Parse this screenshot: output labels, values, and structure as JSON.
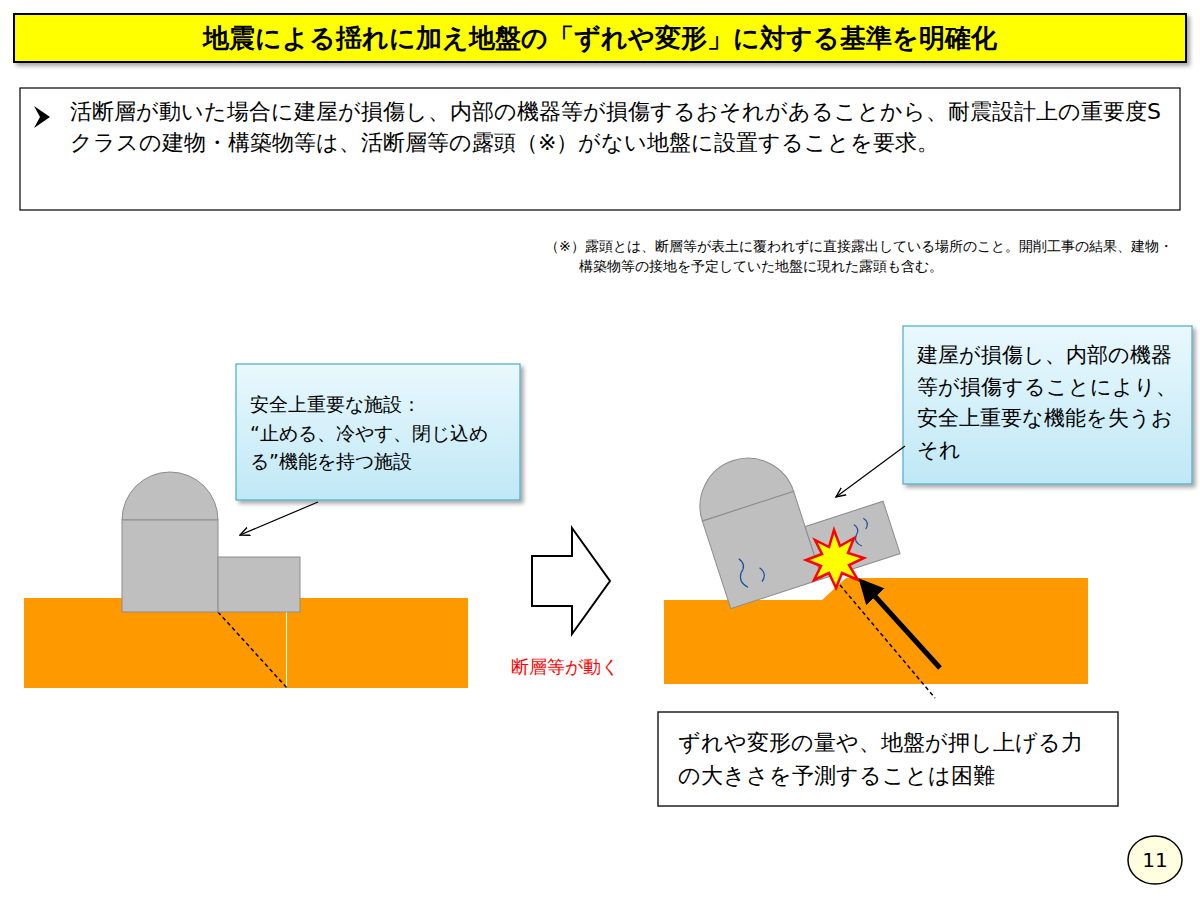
{
  "diagram": {
    "title": "地震による揺れに加え地盤の「ずれや変形」に対する基準を明確化",
    "nodes": [
      {
        "text": [
          "活断層が動いた場合に建屋が損傷し、内部の機器等が損傷するおそれがあることから、耐震設計上の重要度Sクラスの建物・構築物等は、活断層等の露頭（※）がない地盤に設置することを要求。"
        ]
      },
      {
        "text": [
          "安全上重要な施設：",
          "“止める、冷やす、閉じ込める”機能を持つ施設"
        ]
      },
      {
        "text": [
          "建屋が損傷し、内部の機器等が損傷することにより、安全上重要な機能を失うおそれ"
        ]
      },
      {
        "text": [
          "ずれや変形の量や、地盤が押し上げる力の大きさを予測することは困難"
        ]
      }
    ],
    "labels": [
      "（※）露頭とは、断層等が表土に覆われずに直接露出している場所のこと。開削工事の結果、建物・構築物等の接地を予定していた地盤に現れた露頭も含む。",
      "断層等が動く",
      "11"
    ]
  }
}
